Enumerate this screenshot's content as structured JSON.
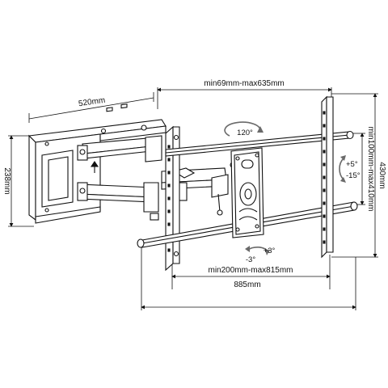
{
  "dimensions": {
    "depth_range": "min69mm-max635mm",
    "wall_plate_width": "520mm",
    "wall_plate_height": "238mm",
    "overall_height": "430mm",
    "vertical_vesa": "min100mm-max410mm",
    "horizontal_vesa": "min200mm-max815mm",
    "overall_width": "885mm"
  },
  "angles": {
    "swivel": "120°",
    "tilt_up": "+5°",
    "tilt_down": "-15°",
    "rotate_left": "-3°",
    "rotate_right": "+3°"
  },
  "colors": {
    "line": "#111111",
    "fill": "#ffffff",
    "arrow": "#6a6a6a"
  }
}
